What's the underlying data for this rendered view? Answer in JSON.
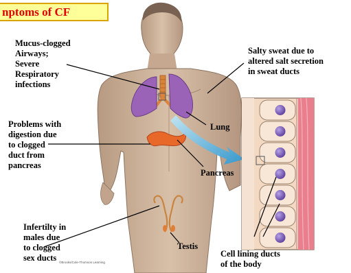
{
  "title": "nptoms of CF",
  "colors": {
    "title_text": "#e00000",
    "title_bg": "#ffff99",
    "lung": "#9a63b8",
    "pancreas": "#e8682a",
    "skin": "#ccb098",
    "arrow": "#3aa6d8",
    "nucleus": "#7c5bb8",
    "muscle_band": "#e97f8d"
  },
  "labels": {
    "airways": "Mucus-clogged\nAirways;\nSevere\nRespiratory\ninfections",
    "sweat": "Salty sweat due to\naltered salt secretion\nin sweat ducts",
    "digestion": "Problems with\ndigestion due\nto clogged\nduct from\npancreas",
    "lung": "Lung",
    "pancreas": "Pancreas",
    "infertility": "Infertilty in\nmales due\nto clogged\nsex ducts",
    "testis": "Testis",
    "cell_lining": "Cell lining ducts\nof the body"
  },
  "credit": "©Brooks/Cole-Thomson Learning"
}
